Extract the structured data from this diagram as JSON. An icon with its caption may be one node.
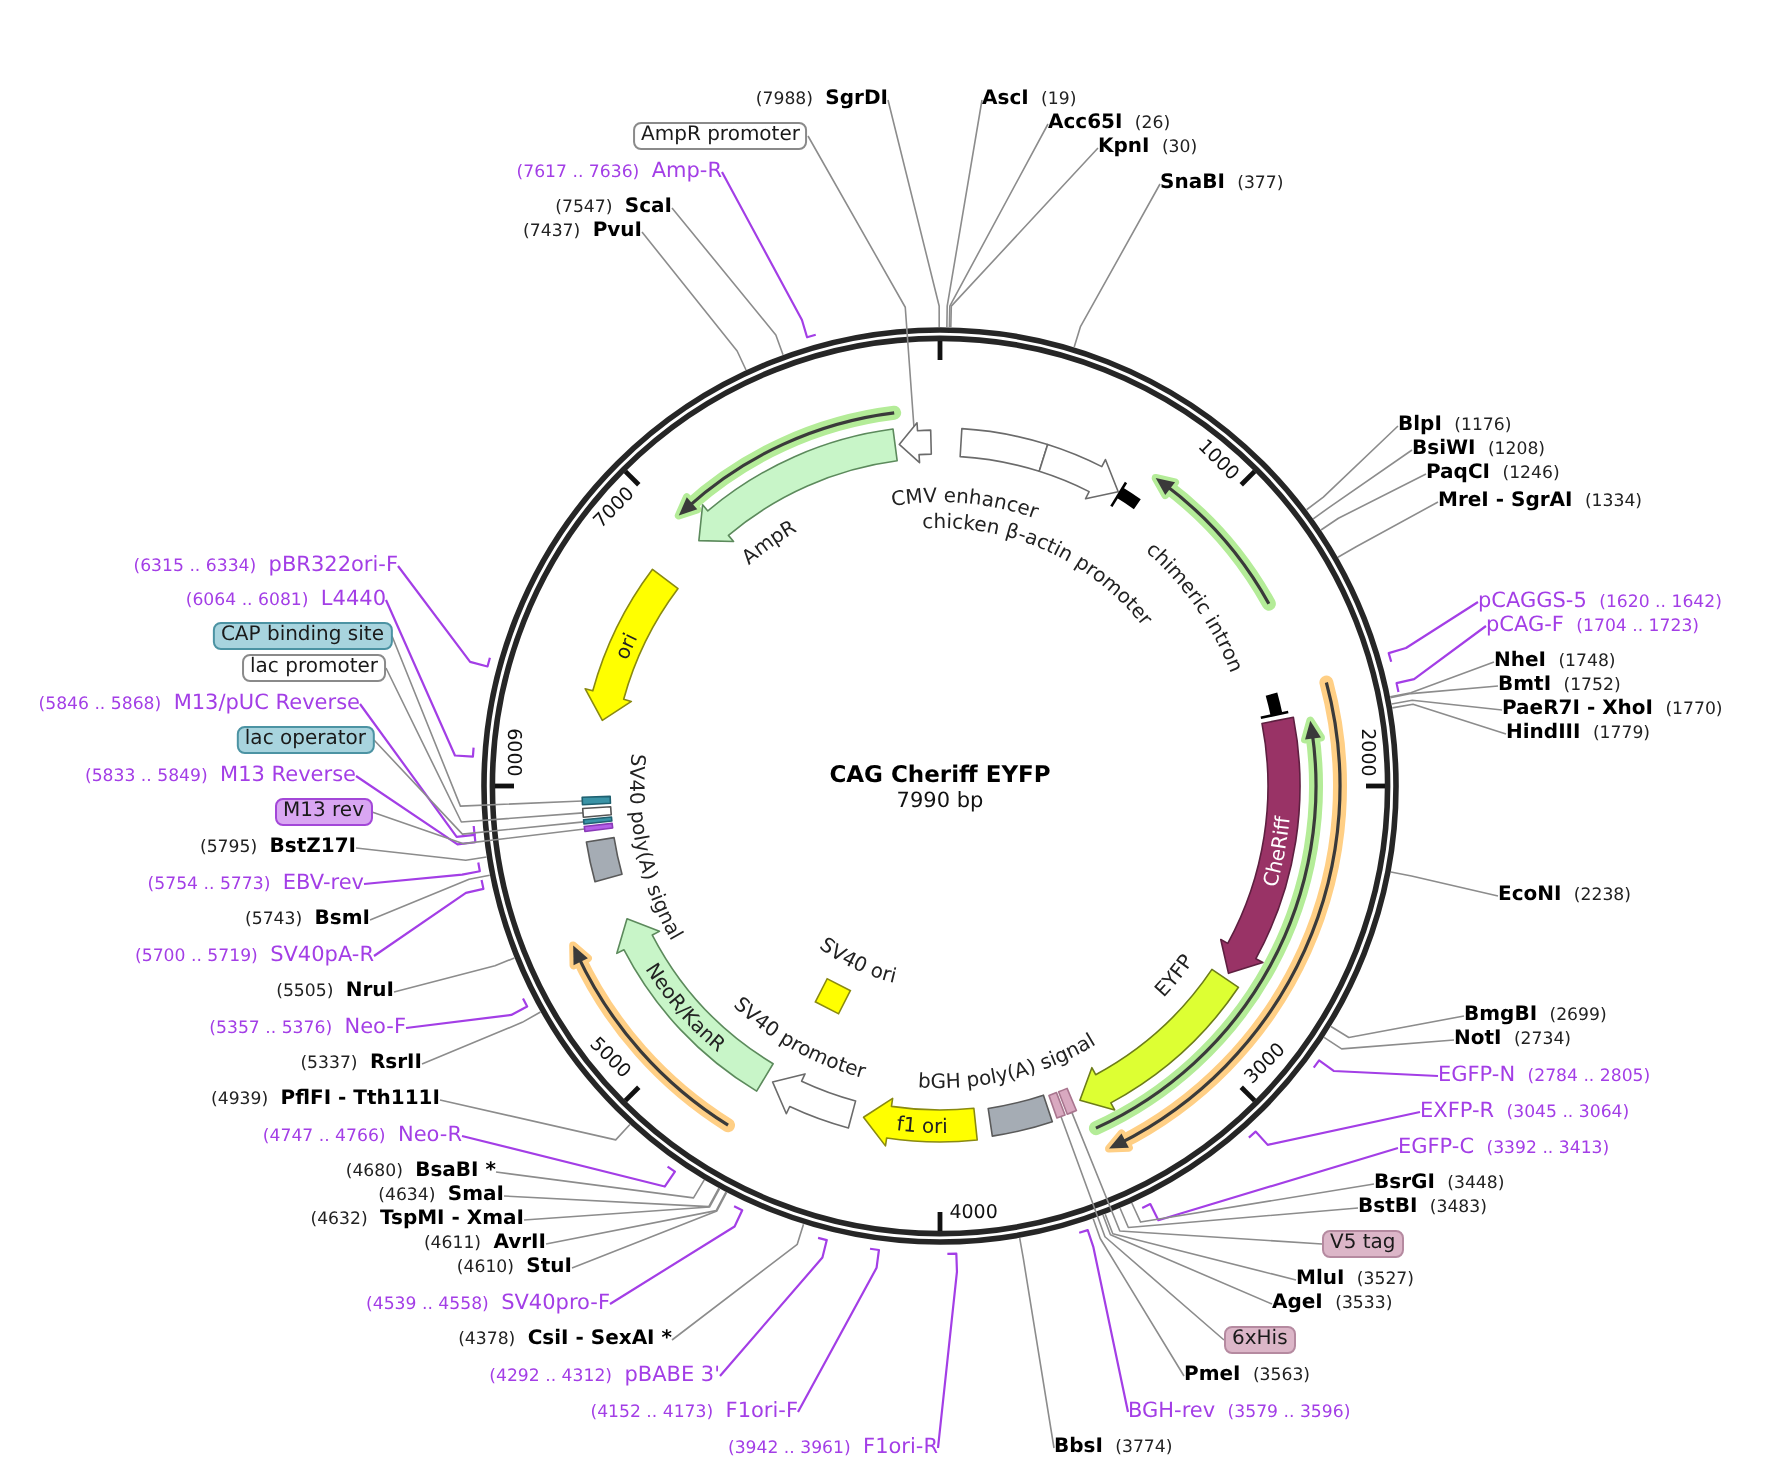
{
  "diagram": {
    "title": "CAG Cheriff EYFP",
    "nodes": [
      {
        "text": [
          "(7988)",
          "SgrDI"
        ]
      },
      {
        "text": [
          "AscI",
          "(19)"
        ]
      },
      {
        "text": [
          "Acc65I",
          "(26)"
        ]
      },
      {
        "text": [
          "KpnI",
          "(30)"
        ]
      },
      {
        "text": [
          "AmpR promoter"
        ]
      },
      {
        "text": [
          "(7617 .. 7636)",
          "Amp-R"
        ]
      },
      {
        "text": [
          "SnaBI",
          "(377)"
        ]
      },
      {
        "text": [
          "(7547)",
          "ScaI"
        ]
      },
      {
        "text": [
          "(7437)",
          "PvuI"
        ]
      },
      {
        "text": [
          "BlpI",
          "(1176)"
        ]
      },
      {
        "text": [
          "BsiWI",
          "(1208)"
        ]
      },
      {
        "text": [
          "PaqCI",
          "(1246)"
        ]
      },
      {
        "text": [
          "MreI - SgrAI",
          "(1334)"
        ]
      },
      {
        "text": [
          "(6315 .. 6334)",
          "pBR322ori-F"
        ]
      },
      {
        "text": [
          "(6064 .. 6081)",
          "L4440"
        ]
      },
      {
        "text": [
          "pCAGGS-5",
          "(1620 .. 1642)"
        ]
      },
      {
        "text": [
          "pCAG-F",
          "(1704 .. 1723)"
        ]
      },
      {
        "text": [
          "CAP binding site"
        ]
      },
      {
        "text": [
          "NheI",
          "(1748)"
        ]
      },
      {
        "text": [
          "lac promoter"
        ]
      },
      {
        "text": [
          "BmtI",
          "(1752)"
        ]
      },
      {
        "text": [
          "(5846 .. 5868)",
          "M13/pUC Reverse"
        ]
      },
      {
        "text": [
          "PaeR7I - XhoI",
          "(1770)"
        ]
      },
      {
        "text": [
          "HindIII",
          "(1779)"
        ]
      },
      {
        "text": [
          "lac operator"
        ]
      },
      {
        "text": [
          "(5833 .. 5849)",
          "M13 Reverse"
        ]
      },
      {
        "text": [
          "M13 rev"
        ]
      },
      {
        "text": [
          "(5795)",
          "BstZ17I"
        ]
      },
      {
        "text": [
          "(5754 .. 5773)",
          "EBV-rev"
        ]
      },
      {
        "text": [
          "EcoNI",
          "(2238)"
        ]
      },
      {
        "text": [
          "(5743)",
          "BsmI"
        ]
      },
      {
        "text": [
          "(5700 .. 5719)",
          "SV40pA-R"
        ]
      },
      {
        "text": [
          "(5505)",
          "NruI"
        ]
      },
      {
        "text": [
          "BmgBI",
          "(2699)"
        ]
      },
      {
        "text": [
          "(5357 .. 5376)",
          "Neo-F"
        ]
      },
      {
        "text": [
          "NotI",
          "(2734)"
        ]
      },
      {
        "text": [
          "(5337)",
          "RsrII"
        ]
      },
      {
        "text": [
          "EGFP-N",
          "(2784 .. 2805)"
        ]
      },
      {
        "text": [
          "(4939)",
          "PflFI - Tth111I"
        ]
      },
      {
        "text": [
          "EXFP-R",
          "(3045 .. 3064)"
        ]
      },
      {
        "text": [
          "(4747 .. 4766)",
          "Neo-R"
        ]
      },
      {
        "text": [
          "EGFP-C",
          "(3392 .. 3413)"
        ]
      },
      {
        "text": [
          "(4680)",
          "BsaBI *"
        ]
      },
      {
        "text": [
          "BsrGI",
          "(3448)"
        ]
      },
      {
        "text": [
          "(4634)",
          "SmaI"
        ]
      },
      {
        "text": [
          "BstBI",
          "(3483)"
        ]
      },
      {
        "text": [
          "(4632)",
          "TspMI - XmaI"
        ]
      },
      {
        "text": [
          "V5 tag"
        ]
      },
      {
        "text": [
          "(4611)",
          "AvrII"
        ]
      },
      {
        "text": [
          "(4610)",
          "StuI"
        ]
      },
      {
        "text": [
          "MluI",
          "(3527)"
        ]
      },
      {
        "text": [
          "AgeI",
          "(3533)"
        ]
      },
      {
        "text": [
          "(4539 .. 4558)",
          "SV40pro-F"
        ]
      },
      {
        "text": [
          "6xHis"
        ]
      },
      {
        "text": [
          "(4378)",
          "CsiI - SexAI *"
        ]
      },
      {
        "text": [
          "PmeI",
          "(3563)"
        ]
      },
      {
        "text": [
          "(4292 .. 4312)",
          "pBABE 3'"
        ]
      },
      {
        "text": [
          "(4152 .. 4173)",
          "F1ori-F"
        ]
      },
      {
        "text": [
          "BGH-rev",
          "(3579 .. 3596)"
        ]
      },
      {
        "text": [
          "(3942 .. 3961)",
          "F1ori-R"
        ]
      },
      {
        "text": [
          "BbsI",
          "(3774)"
        ]
      },
      {
        "text": [
          "CMV enhancer"
        ]
      },
      {
        "text": [
          "chicken β-actin promoter"
        ]
      },
      {
        "text": [
          "chimeric intron"
        ]
      },
      {
        "text": [
          "CheRiff"
        ]
      },
      {
        "text": [
          "EYFP"
        ]
      },
      {
        "text": [],
        "shape": "bar"
      },
      {
        "text": [],
        "shape": "bar"
      },
      {
        "text": [
          "bGH poly(A) signal"
        ]
      },
      {
        "text": [
          "f1 ori"
        ]
      },
      {
        "text": [
          "SV40 promoter"
        ]
      },
      {
        "text": [
          "SV40 ori"
        ]
      },
      {
        "text": [
          "NeoR/KanR"
        ]
      },
      {
        "text": [
          "SV40 poly(A) signal"
        ]
      },
      {
        "text": [],
        "shape": "bar"
      },
      {
        "text": [],
        "shape": "bar"
      },
      {
        "text": [],
        "shape": "bar"
      },
      {
        "text": [],
        "shape": "bar"
      },
      {
        "text": [
          "ori"
        ]
      },
      {
        "text": [
          "AmpR"
        ]
      },
      {
        "text": [],
        "shape": "arrow"
      }
    ],
    "edges": [
      {
        "from": 0,
        "to": null,
        "arrow": "none"
      },
      {
        "from": 1,
        "to": null,
        "arrow": "none"
      },
      {
        "from": 2,
        "to": null,
        "arrow": "none"
      },
      {
        "from": 3,
        "to": null,
        "arrow": "none"
      },
      {
        "from": 4,
        "to": 80,
        "arrow": "none"
      },
      {
        "from": 5,
        "to": null,
        "arrow": "none",
        "color": "#a33ee6"
      },
      {
        "from": 6,
        "to": null,
        "arrow": "none"
      },
      {
        "from": 7,
        "to": null,
        "arrow": "none"
      },
      {
        "from": 8,
        "to": null,
        "arrow": "none"
      },
      {
        "from": 9,
        "to": null,
        "arrow": "none"
      },
      {
        "from": 10,
        "to": null,
        "arrow": "none"
      },
      {
        "from": 11,
        "to": null,
        "arrow": "none"
      },
      {
        "from": 12,
        "to": null,
        "arrow": "none"
      },
      {
        "from": 13,
        "to": null,
        "arrow": "none",
        "color": "#a33ee6"
      },
      {
        "from": 14,
        "to": null,
        "arrow": "none",
        "color": "#a33ee6"
      },
      {
        "from": 15,
        "to": null,
        "arrow": "none",
        "color": "#a33ee6"
      },
      {
        "from": 16,
        "to": null,
        "arrow": "none",
        "color": "#a33ee6"
      },
      {
        "from": 17,
        "to": 77,
        "arrow": "none"
      },
      {
        "from": 18,
        "to": null,
        "arrow": "none"
      },
      {
        "from": 19,
        "to": 76,
        "arrow": "none"
      },
      {
        "from": 20,
        "to": null,
        "arrow": "none"
      },
      {
        "from": 21,
        "to": null,
        "arrow": "none",
        "color": "#a33ee6"
      },
      {
        "from": 22,
        "to": null,
        "arrow": "none"
      },
      {
        "from": 23,
        "to": null,
        "arrow": "none"
      },
      {
        "from": 24,
        "to": 75,
        "arrow": "none"
      },
      {
        "from": 25,
        "to": null,
        "arrow": "none",
        "color": "#a33ee6"
      },
      {
        "from": 26,
        "to": 74,
        "arrow": "none"
      },
      {
        "from": 27,
        "to": null,
        "arrow": "none"
      },
      {
        "from": 28,
        "to": null,
        "arrow": "none",
        "color": "#a33ee6"
      },
      {
        "from": 29,
        "to": null,
        "arrow": "none"
      },
      {
        "from": 30,
        "to": null,
        "arrow": "none"
      },
      {
        "from": 31,
        "to": null,
        "arrow": "none",
        "color": "#a33ee6"
      },
      {
        "from": 32,
        "to": null,
        "arrow": "none"
      },
      {
        "from": 33,
        "to": null,
        "arrow": "none"
      },
      {
        "from": 34,
        "to": null,
        "arrow": "none",
        "color": "#a33ee6"
      },
      {
        "from": 35,
        "to": null,
        "arrow": "none"
      },
      {
        "from": 36,
        "to": null,
        "arrow": "none"
      },
      {
        "from": 37,
        "to": null,
        "arrow": "none",
        "color": "#a33ee6"
      },
      {
        "from": 38,
        "to": null,
        "arrow": "none"
      },
      {
        "from": 39,
        "to": null,
        "arrow": "none",
        "color": "#a33ee6"
      },
      {
        "from": 40,
        "to": null,
        "arrow": "none",
        "color": "#a33ee6"
      },
      {
        "from": 41,
        "to": null,
        "arrow": "none",
        "color": "#a33ee6"
      },
      {
        "from": 42,
        "to": null,
        "arrow": "none"
      },
      {
        "from": 43,
        "to": null,
        "arrow": "none"
      },
      {
        "from": 44,
        "to": null,
        "arrow": "none"
      },
      {
        "from": 45,
        "to": null,
        "arrow": "none"
      },
      {
        "from": 46,
        "to": null,
        "arrow": "none"
      },
      {
        "from": 47,
        "to": 66,
        "arrow": "none"
      },
      {
        "from": 48,
        "to": null,
        "arrow": "none"
      },
      {
        "from": 49,
        "to": null,
        "arrow": "none"
      },
      {
        "from": 50,
        "to": null,
        "arrow": "none"
      },
      {
        "from": 51,
        "to": null,
        "arrow": "none"
      },
      {
        "from": 52,
        "to": null,
        "arrow": "none",
        "color": "#a33ee6"
      },
      {
        "from": 53,
        "to": 67,
        "arrow": "none"
      },
      {
        "from": 54,
        "to": null,
        "arrow": "none"
      },
      {
        "from": 55,
        "to": null,
        "arrow": "none"
      },
      {
        "from": 56,
        "to": null,
        "arrow": "none",
        "color": "#a33ee6"
      },
      {
        "from": 57,
        "to": null,
        "arrow": "none",
        "color": "#a33ee6"
      },
      {
        "from": 58,
        "to": null,
        "arrow": "none",
        "color": "#a33ee6"
      },
      {
        "from": 59,
        "to": null,
        "arrow": "none",
        "color": "#a33ee6"
      },
      {
        "from": 60,
        "to": null,
        "arrow": "none"
      }
    ],
    "labels": [
      "7990 bp",
      "1000",
      "2000",
      "3000",
      "4000",
      "5000",
      "6000",
      "7000"
    ]
  }
}
